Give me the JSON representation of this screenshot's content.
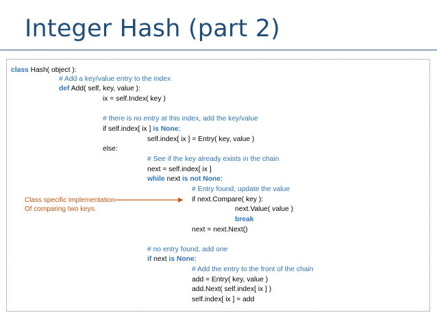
{
  "slide": {
    "title": "Integer Hash (part 2)"
  },
  "code": {
    "l1": [
      "class",
      " Hash( object ):"
    ],
    "l2": "# Add a key/value entry to the index",
    "l3": [
      "def",
      " Add( self, key, value ):"
    ],
    "l4": "ix = self.Index( key )",
    "l5": "# there is no entry at this index, add the key/value",
    "l6": [
      "if self.index[ ix ] ",
      "is None",
      ":"
    ],
    "l7": "self.index[ ix ] = Entry( key, value )",
    "l8": "else:",
    "l9": "# See if the key already exists in the chain",
    "l10": "next = self.index[ ix ]",
    "l11": [
      "while",
      " next ",
      "is not None",
      ":"
    ],
    "l12": "# Entry found, update the value",
    "l13": "if next.Compare( key ):",
    "l14": "next.Value( value )",
    "l15": "break",
    "l16": "next = next.Next()",
    "l17": "# no entry found, add one",
    "l18": [
      "if",
      " next ",
      "is None",
      ":"
    ],
    "l19": "# Add the entry to the front of the chain",
    "l20": "add = Entry( key, value )",
    "l21": "add.Next( self.index[ ix ] )",
    "l22": "self.index[ ix ] = add"
  },
  "annotation": {
    "line1": "Class specific implementation",
    "line2": "Of comparing two keys."
  },
  "colors": {
    "title": "#1f4e79",
    "keyword": "#2e75b6",
    "annotation": "#c55a11"
  }
}
